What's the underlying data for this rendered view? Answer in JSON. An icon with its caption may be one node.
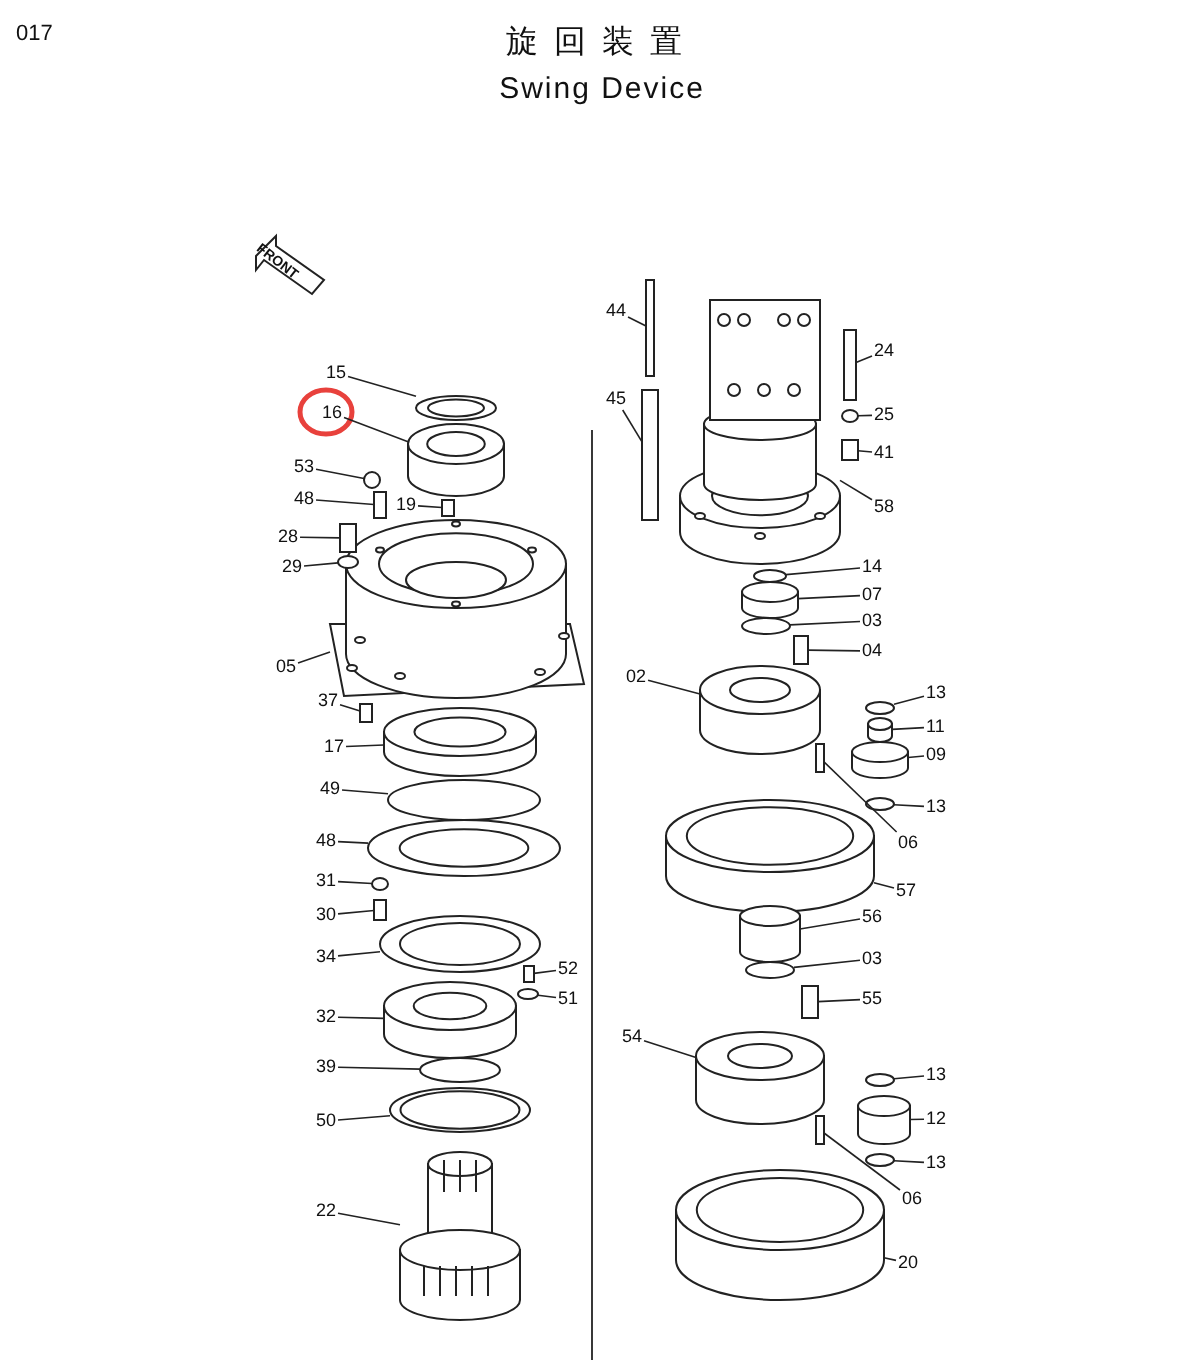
{
  "diagram": {
    "title": "旋回装置",
    "nodes": [
      {
        "text": [
          "15"
        ]
      },
      {
        "text": [
          "16"
        ]
      },
      {
        "text": [
          "53"
        ]
      },
      {
        "text": [
          "48"
        ]
      },
      {
        "text": [
          "19"
        ]
      },
      {
        "text": [
          "28"
        ]
      },
      {
        "text": [
          "29"
        ]
      },
      {
        "text": [
          "05"
        ]
      },
      {
        "text": [
          "37"
        ]
      },
      {
        "text": [
          "17"
        ]
      },
      {
        "text": [
          "49"
        ]
      },
      {
        "text": [
          "48"
        ]
      },
      {
        "text": [
          "31"
        ]
      },
      {
        "text": [
          "30"
        ]
      },
      {
        "text": [
          "34"
        ]
      },
      {
        "text": [
          "52"
        ]
      },
      {
        "text": [
          "51"
        ]
      },
      {
        "text": [
          "32"
        ]
      },
      {
        "text": [
          "39"
        ]
      },
      {
        "text": [
          "50"
        ]
      },
      {
        "text": [
          "22"
        ]
      },
      {
        "text": [
          "44"
        ]
      },
      {
        "text": [
          "45"
        ]
      },
      {
        "text": [
          "24"
        ]
      },
      {
        "text": [
          "25"
        ]
      },
      {
        "text": [
          "41"
        ]
      },
      {
        "text": [
          "58"
        ]
      },
      {
        "text": [
          "14"
        ]
      },
      {
        "text": [
          "07"
        ]
      },
      {
        "text": [
          "03"
        ]
      },
      {
        "text": [
          "04"
        ]
      },
      {
        "text": [
          "02"
        ]
      },
      {
        "text": [
          "13"
        ]
      },
      {
        "text": [
          "11"
        ]
      },
      {
        "text": [
          "09"
        ]
      },
      {
        "text": [
          "06"
        ]
      },
      {
        "text": [
          "13"
        ]
      },
      {
        "text": [
          "57"
        ]
      },
      {
        "text": [
          "56"
        ]
      },
      {
        "text": [
          "03"
        ]
      },
      {
        "text": [
          "55"
        ]
      },
      {
        "text": [
          "54"
        ]
      },
      {
        "text": [
          "13"
        ]
      },
      {
        "text": [
          "12"
        ]
      },
      {
        "text": [
          "13"
        ]
      },
      {
        "text": [
          "06"
        ]
      },
      {
        "text": [
          "20"
        ]
      },
      {
        "text": [],
        "shape": "ring"
      },
      {
        "text": [],
        "shape": "cylinder"
      },
      {
        "text": [],
        "shape": "circle"
      },
      {
        "text": [],
        "shape": "bar"
      },
      {
        "text": [],
        "shape": "bar"
      },
      {
        "text": [],
        "shape": "bar"
      },
      {
        "text": [],
        "shape": "circle"
      },
      {
        "text": [],
        "shape": "picture"
      },
      {
        "text": [],
        "shape": "bar"
      },
      {
        "text": [],
        "shape": "cylinder"
      },
      {
        "text": [],
        "shape": "circle"
      },
      {
        "text": [],
        "shape": "ring"
      },
      {
        "text": [],
        "shape": "circle"
      },
      {
        "text": [],
        "shape": "bar"
      },
      {
        "text": [],
        "shape": "ring"
      },
      {
        "text": [],
        "shape": "bar"
      },
      {
        "text": [],
        "shape": "circle"
      },
      {
        "text": [],
        "shape": "cylinder"
      },
      {
        "text": [],
        "shape": "circle"
      },
      {
        "text": [],
        "shape": "ring"
      },
      {
        "text": [],
        "shape": "picture"
      },
      {
        "text": [],
        "shape": "bar"
      },
      {
        "text": [],
        "shape": "bar"
      },
      {
        "text": [],
        "shape": "bar"
      },
      {
        "text": [],
        "shape": "circle"
      },
      {
        "text": [],
        "shape": "bar"
      },
      {
        "text": [],
        "shape": "picture"
      },
      {
        "text": [],
        "shape": "circle"
      },
      {
        "text": [],
        "shape": "cylinder"
      },
      {
        "text": [],
        "shape": "circle"
      },
      {
        "text": [],
        "shape": "bar"
      },
      {
        "text": [],
        "shape": "cylinder"
      },
      {
        "text": [],
        "shape": "circle"
      },
      {
        "text": [],
        "shape": "cylinder"
      },
      {
        "text": [],
        "shape": "cylinder"
      },
      {
        "text": [],
        "shape": "bar"
      },
      {
        "text": [],
        "shape": "circle"
      },
      {
        "text": [],
        "shape": "cylinder"
      },
      {
        "text": [],
        "shape": "cylinder"
      },
      {
        "text": [],
        "shape": "circle"
      },
      {
        "text": [],
        "shape": "bar"
      },
      {
        "text": [],
        "shape": "cylinder"
      },
      {
        "text": [],
        "shape": "circle"
      },
      {
        "text": [],
        "shape": "cylinder"
      },
      {
        "text": [],
        "shape": "circle"
      },
      {
        "text": [],
        "shape": "bar"
      },
      {
        "text": [],
        "shape": "cylinder"
      }
    ],
    "edges": [
      {
        "from": 0,
        "to": 47,
        "arrow": "none"
      },
      {
        "from": 1,
        "to": 48,
        "arrow": "none"
      },
      {
        "from": 2,
        "to": 49,
        "arrow": "none"
      },
      {
        "from": 3,
        "to": 50,
        "arrow": "none"
      },
      {
        "from": 4,
        "to": 51,
        "arrow": "none"
      },
      {
        "from": 5,
        "to": 52,
        "arrow": "none"
      },
      {
        "from": 6,
        "to": 53,
        "arrow": "none"
      },
      {
        "from": 7,
        "to": 54,
        "arrow": "none"
      },
      {
        "from": 8,
        "to": 55,
        "arrow": "none"
      },
      {
        "from": 9,
        "to": 56,
        "arrow": "none"
      },
      {
        "from": 10,
        "to": 57,
        "arrow": "none"
      },
      {
        "from": 11,
        "to": 58,
        "arrow": "none"
      },
      {
        "from": 12,
        "to": 59,
        "arrow": "none"
      },
      {
        "from": 13,
        "to": 60,
        "arrow": "none"
      },
      {
        "from": 14,
        "to": 61,
        "arrow": "none"
      },
      {
        "from": 15,
        "to": 62,
        "arrow": "none"
      },
      {
        "from": 16,
        "to": 63,
        "arrow": "none"
      },
      {
        "from": 17,
        "to": 64,
        "arrow": "none"
      },
      {
        "from": 18,
        "to": 65,
        "arrow": "none"
      },
      {
        "from": 19,
        "to": 66,
        "arrow": "none"
      },
      {
        "from": 20,
        "to": 67,
        "arrow": "none"
      },
      {
        "from": 21,
        "to": 68,
        "arrow": "none"
      },
      {
        "from": 22,
        "to": 69,
        "arrow": "none"
      },
      {
        "from": 23,
        "to": 70,
        "arrow": "none"
      },
      {
        "from": 24,
        "to": 71,
        "arrow": "none"
      },
      {
        "from": 25,
        "to": 72,
        "arrow": "none"
      },
      {
        "from": 26,
        "to": 73,
        "arrow": "none"
      },
      {
        "from": 27,
        "to": 74,
        "arrow": "none"
      },
      {
        "from": 28,
        "to": 75,
        "arrow": "none"
      },
      {
        "from": 29,
        "to": 76,
        "arrow": "none"
      },
      {
        "from": 30,
        "to": 77,
        "arrow": "none"
      },
      {
        "from": 31,
        "to": 78,
        "arrow": "none"
      },
      {
        "from": 32,
        "to": 79,
        "arrow": "none"
      },
      {
        "from": 33,
        "to": 80,
        "arrow": "none"
      },
      {
        "from": 34,
        "to": 81,
        "arrow": "none"
      },
      {
        "from": 35,
        "to": 82,
        "arrow": "none"
      },
      {
        "from": 36,
        "to": 83,
        "arrow": "none"
      },
      {
        "from": 37,
        "to": 84,
        "arrow": "none"
      },
      {
        "from": 38,
        "to": 85,
        "arrow": "none"
      },
      {
        "from": 39,
        "to": 86,
        "arrow": "none"
      },
      {
        "from": 40,
        "to": 87,
        "arrow": "none"
      },
      {
        "from": 41,
        "to": 88,
        "arrow": "none"
      },
      {
        "from": 42,
        "to": 89,
        "arrow": "none"
      },
      {
        "from": 43,
        "to": 90,
        "arrow": "none"
      },
      {
        "from": 44,
        "to": 91,
        "arrow": "none"
      },
      {
        "from": 45,
        "to": 92,
        "arrow": "none"
      },
      {
        "from": 46,
        "to": 93,
        "arrow": "none"
      }
    ],
    "labels": [
      "017",
      "Swing Device",
      "FRONT"
    ]
  }
}
